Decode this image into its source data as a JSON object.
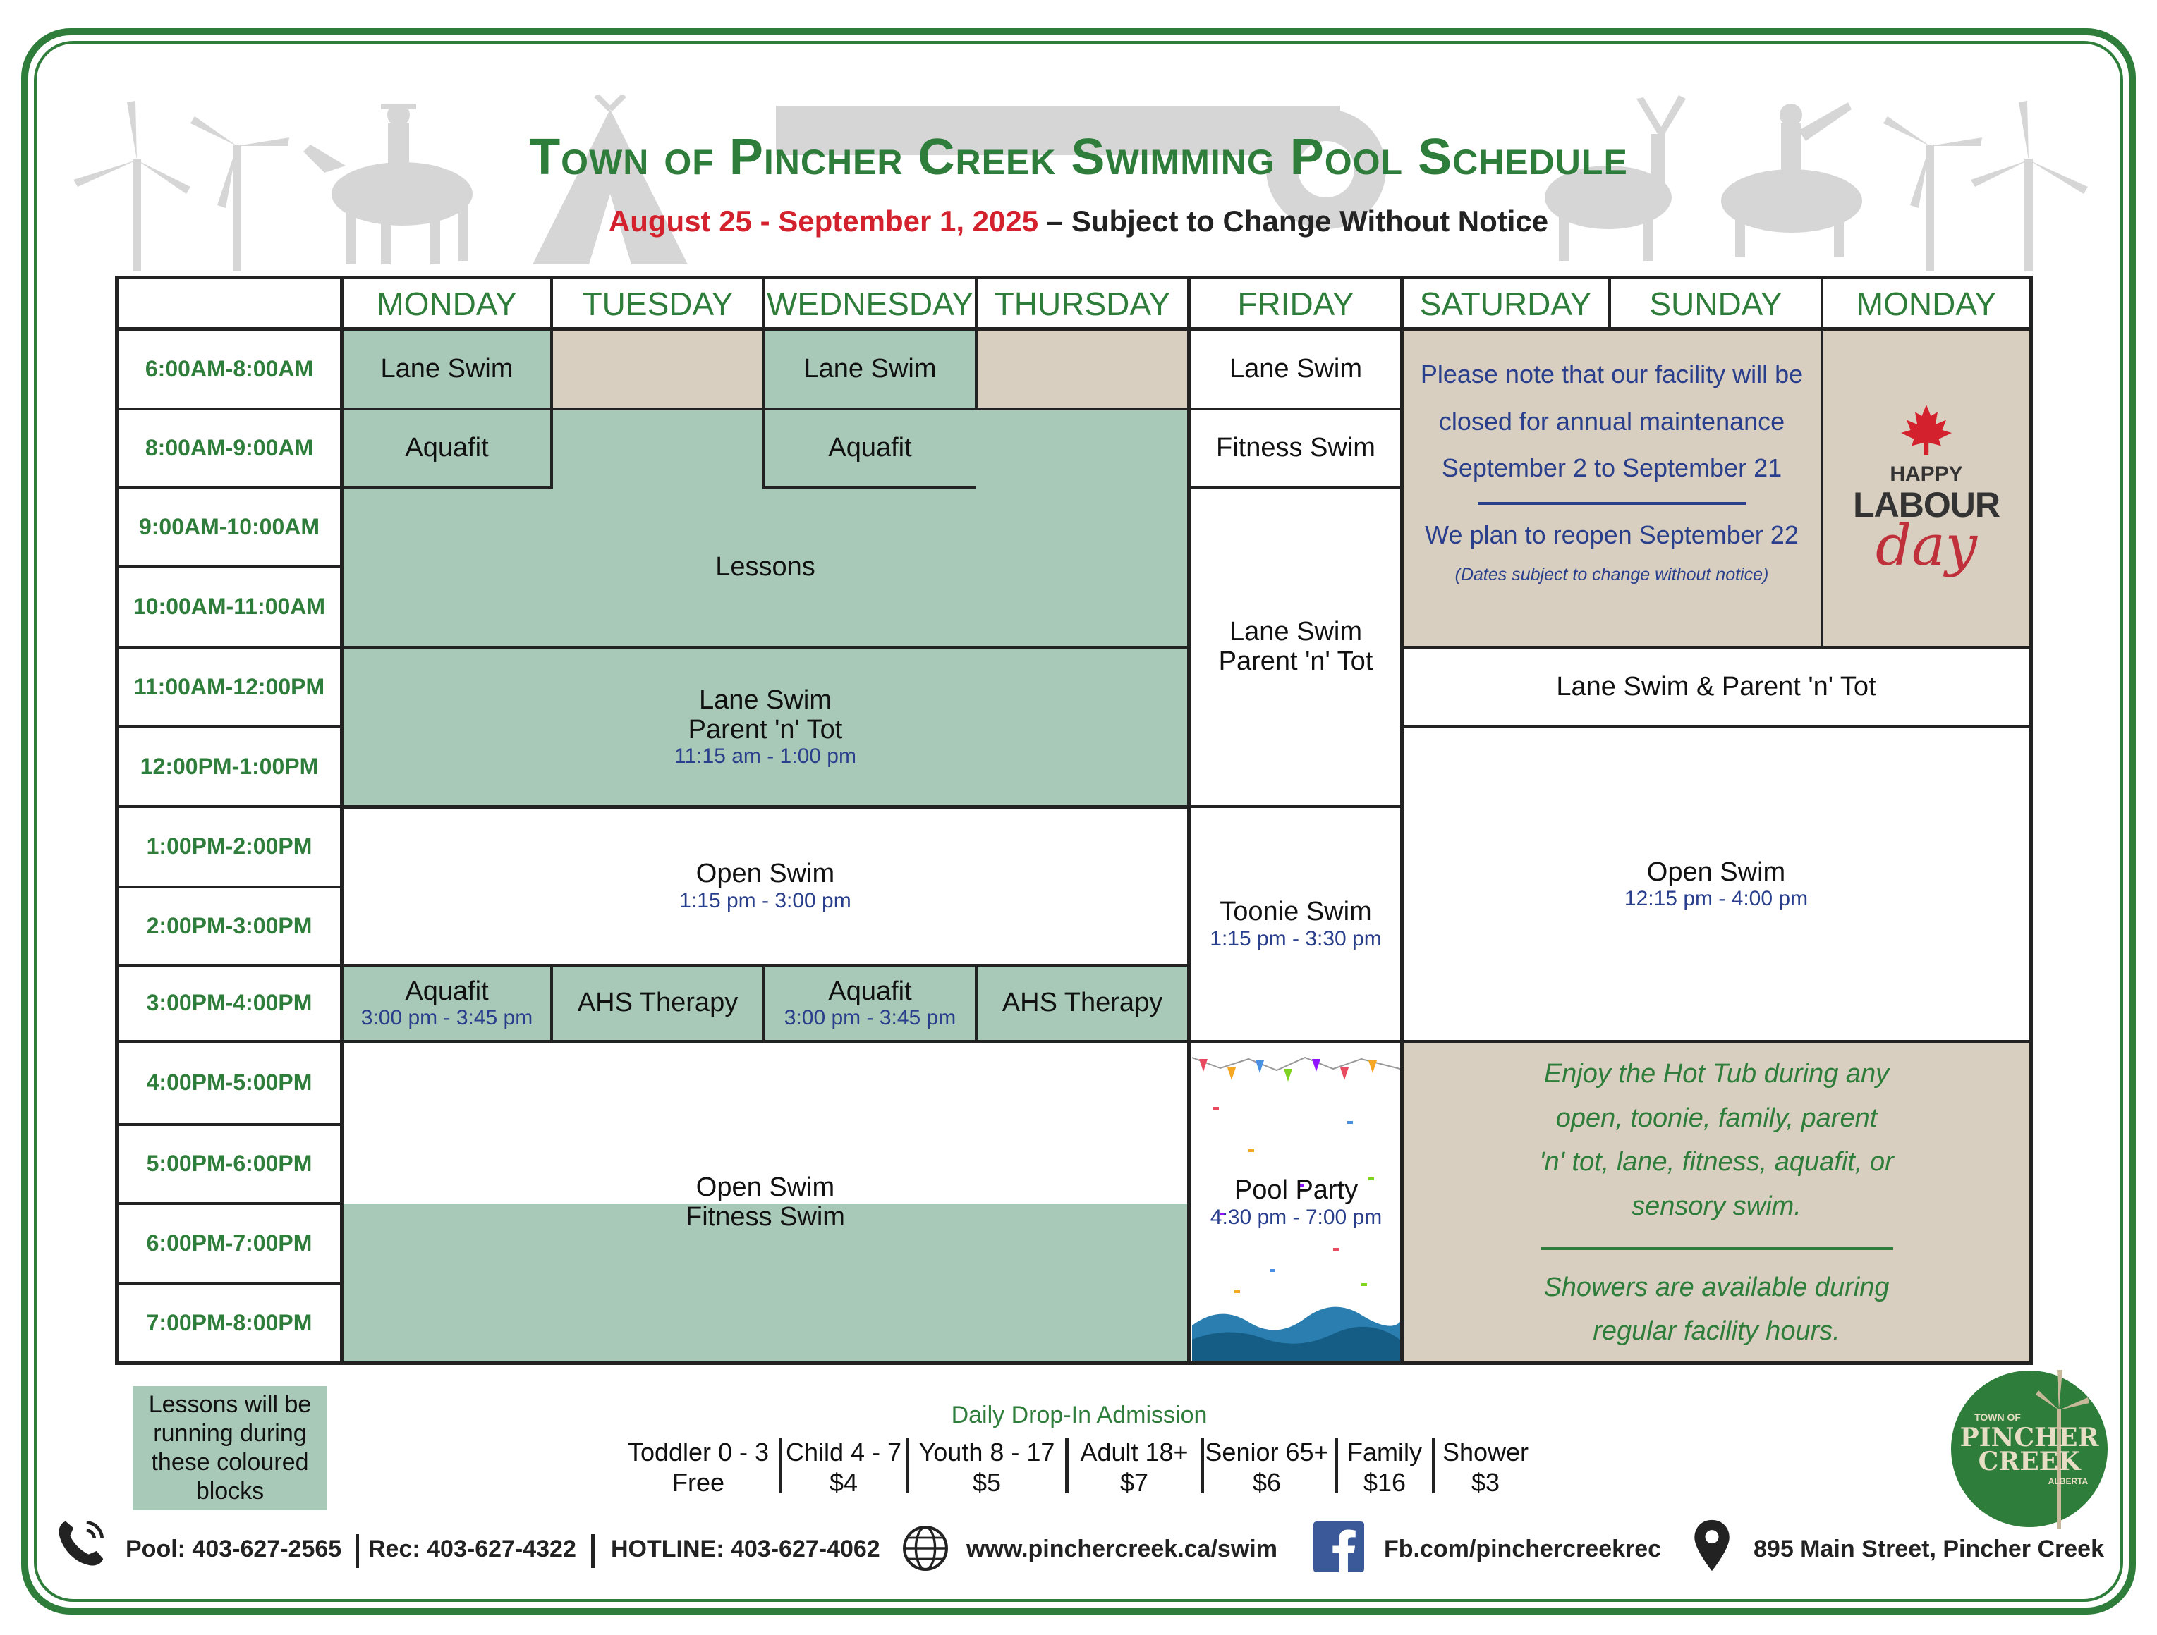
{
  "header": {
    "title": "Town of Pincher Creek Swimming Pool Schedule",
    "date_range": "August 25 - September 1,  2025",
    "subtitle_note": "– Subject to Change Without Notice"
  },
  "days": [
    "MONDAY",
    "TUESDAY",
    "WEDNESDAY",
    "THURSDAY",
    "FRIDAY",
    "SATURDAY",
    "SUNDAY",
    "MONDAY"
  ],
  "times": [
    "6:00AM-8:00AM",
    "8:00AM-9:00AM",
    "9:00AM-10:00AM",
    "10:00AM-11:00AM",
    "11:00AM-12:00PM",
    "12:00PM-1:00PM",
    "1:00PM-2:00PM",
    "2:00PM-3:00PM",
    "3:00PM-4:00PM",
    "4:00PM-5:00PM",
    "5:00PM-6:00PM",
    "6:00PM-7:00PM",
    "7:00PM-8:00PM"
  ],
  "events": {
    "lane_swim": "Lane Swim",
    "aquafit": "Aquafit",
    "lessons": "Lessons",
    "fitness_swim": "Fitness Swim",
    "parent_tot": "Parent 'n' Tot",
    "midday_time": "11:15 am - 1:00 pm",
    "open_swim": "Open Swim",
    "open_swim_time": "1:15 pm - 3:00 pm",
    "aquafit_time": "3:00 pm - 3:45 pm",
    "ahs_therapy": "AHS Therapy",
    "toonie_swim": "Toonie Swim",
    "toonie_time": "1:15 pm - 3:30 pm",
    "pool_party": "Pool Party",
    "pool_party_time": "4:30 pm - 7:00 pm",
    "weekend_lane": "Lane Swim & Parent 'n' Tot",
    "weekend_open_time": "12:15 pm - 4:00 pm"
  },
  "notice": {
    "line1": "Please note that our facility will be",
    "line2": "closed for annual maintenance",
    "line3": "September 2 to September 21",
    "line4": "We plan to reopen September 22",
    "line5": "(Dates subject to change without notice)"
  },
  "labour_day": {
    "happy": "HAPPY",
    "labour": "LABOUR",
    "day": "day"
  },
  "hot_tub": {
    "l1": "Enjoy the Hot Tub during any",
    "l2": "open, toonie, family, parent",
    "l3": "'n' tot, lane, fitness, aquafit, or",
    "l4": "sensory swim.",
    "l5": "Showers are available during",
    "l6": "regular facility hours."
  },
  "legend": "Lessons will be running during these coloured blocks",
  "admission": {
    "title": "Daily Drop-In Admission",
    "items": [
      {
        "label": "Toddler 0 - 3",
        "price": "Free"
      },
      {
        "label": "Child 4 - 7",
        "price": "$4"
      },
      {
        "label": "Youth 8 - 17",
        "price": "$5"
      },
      {
        "label": "Adult 18+",
        "price": "$7"
      },
      {
        "label": "Senior 65+",
        "price": "$6"
      },
      {
        "label": "Family",
        "price": "$16"
      },
      {
        "label": "Shower",
        "price": "$3"
      }
    ]
  },
  "footer": {
    "pool": "Pool: 403-627-2565",
    "rec": "Rec: 403-627-4322",
    "hotline": "HOTLINE: 403-627-4062",
    "web": "www.pinchercreek.ca/swim",
    "fb": "Fb.com/pinchercreekrec",
    "address": "895 Main Street, Pincher Creek"
  },
  "logo": {
    "small": "TOWN OF",
    "l1": "PINCHER",
    "l2": "CREEK",
    "l3": "ALBERTA"
  },
  "colors": {
    "green": "#2e7d3a",
    "block": "#a8c9b8",
    "tan": "#d8cfc0",
    "red": "#d3212d",
    "blue": "#2a3f8c"
  }
}
